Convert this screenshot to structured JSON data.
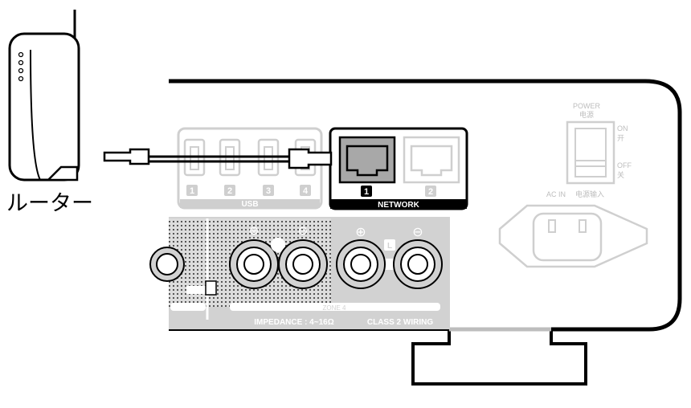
{
  "router": {
    "label": "ルーター"
  },
  "usb": {
    "label": "USB",
    "ports": [
      "1",
      "2",
      "3",
      "4"
    ]
  },
  "network": {
    "label": "NETWORK",
    "ports": [
      "1",
      "2"
    ]
  },
  "power": {
    "title_en": "POWER",
    "title_zh": "电源",
    "on_en": "ON",
    "on_zh": "开",
    "off_en": "OFF",
    "off_zh": "关"
  },
  "ac_in": {
    "label_en": "AC IN",
    "label_zh": "电源输入"
  },
  "speaker": {
    "plus": "⊕",
    "minus": "⊖",
    "channel": "L",
    "zone": "ZONE 4",
    "impedance": "IMPEDANCE : 4~16Ω",
    "class2": "CLASS 2 WIRING"
  },
  "colors": {
    "outline": "#000000",
    "panel_gray": "#d2d2d2",
    "light_gray": "#bdbdbd",
    "highlight_bg": "#000000",
    "port_fill": "#a8a8a8"
  }
}
